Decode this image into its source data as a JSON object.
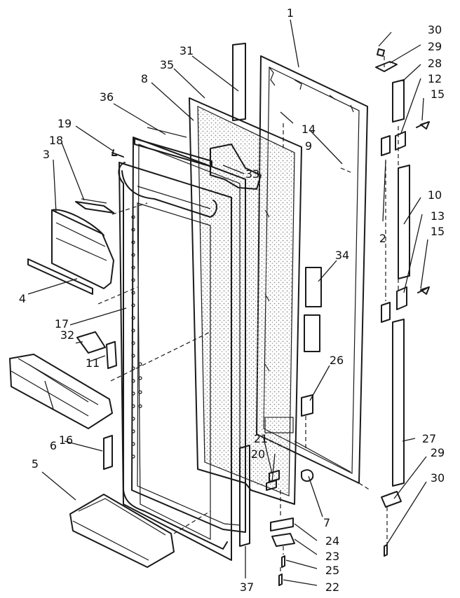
{
  "colors": {
    "ink": "#1a1a1a",
    "paper": "#ffffff",
    "stipple": "#8c8c8c"
  },
  "diagram": {
    "type": "exploded-parts-view",
    "parts": [
      {
        "ref": "1"
      },
      {
        "ref": "2"
      },
      {
        "ref": "3"
      },
      {
        "ref": "4"
      },
      {
        "ref": "5"
      },
      {
        "ref": "6"
      },
      {
        "ref": "7"
      },
      {
        "ref": "8"
      },
      {
        "ref": "9"
      },
      {
        "ref": "10"
      },
      {
        "ref": "11"
      },
      {
        "ref": "12"
      },
      {
        "ref": "13"
      },
      {
        "ref": "14"
      },
      {
        "ref": "15"
      },
      {
        "ref": "15"
      },
      {
        "ref": "16"
      },
      {
        "ref": "17"
      },
      {
        "ref": "18"
      },
      {
        "ref": "19"
      },
      {
        "ref": "20"
      },
      {
        "ref": "21"
      },
      {
        "ref": "22"
      },
      {
        "ref": "23"
      },
      {
        "ref": "24"
      },
      {
        "ref": "25"
      },
      {
        "ref": "26"
      },
      {
        "ref": "27"
      },
      {
        "ref": "28"
      },
      {
        "ref": "29"
      },
      {
        "ref": "29"
      },
      {
        "ref": "30"
      },
      {
        "ref": "30"
      },
      {
        "ref": "31"
      },
      {
        "ref": "32"
      },
      {
        "ref": "33"
      },
      {
        "ref": "34"
      },
      {
        "ref": "35"
      },
      {
        "ref": "36"
      },
      {
        "ref": "37"
      }
    ]
  }
}
